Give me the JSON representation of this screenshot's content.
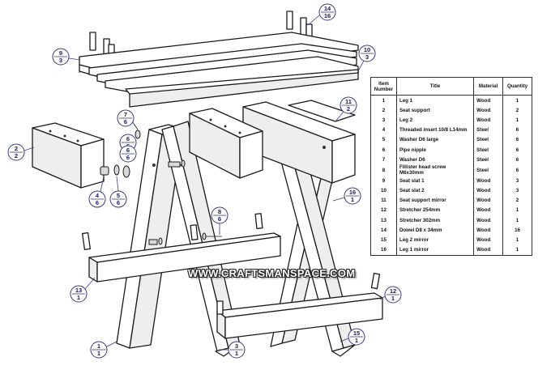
{
  "watermark": "WWW.CRAFTSMANSPACE.COM",
  "table": {
    "headers": [
      "Item Number",
      "Title",
      "Material",
      "Quantity"
    ],
    "rows": [
      [
        "1",
        "Leg 1",
        "Wood",
        "1"
      ],
      [
        "2",
        "Seat support",
        "Wood",
        "2"
      ],
      [
        "3",
        "Leg 2",
        "Wood",
        "1"
      ],
      [
        "4",
        "Threaded insert 10/8 L14mm",
        "Steel",
        "6"
      ],
      [
        "5",
        "Washer D6 large",
        "Steel",
        "6"
      ],
      [
        "6",
        "Pipe nipple",
        "Steel",
        "6"
      ],
      [
        "7",
        "Washer D6",
        "Steel",
        "6"
      ],
      [
        "8",
        "Fillister head screw M6x30mm",
        "Steel",
        "6"
      ],
      [
        "9",
        "Seat slat 1",
        "Wood",
        "3"
      ],
      [
        "10",
        "Seat slat 2",
        "Wood",
        "3"
      ],
      [
        "11",
        "Seat support mirror",
        "Wood",
        "2"
      ],
      [
        "12",
        "Stretcher 254mm",
        "Wood",
        "1"
      ],
      [
        "13",
        "Stretcher 302mm",
        "Wood",
        "1"
      ],
      [
        "14",
        "Dowel D8 x 34mm",
        "Wood",
        "16"
      ],
      [
        "15",
        "Leg 2 mirror",
        "Wood",
        "1"
      ],
      [
        "16",
        "Leg 1 mirror",
        "Wood",
        "1"
      ]
    ]
  },
  "callouts": [
    {
      "item": "14",
      "qty": "16"
    },
    {
      "item": "9",
      "qty": "3"
    },
    {
      "item": "10",
      "qty": "3"
    },
    {
      "item": "7",
      "qty": "6"
    },
    {
      "item": "6",
      "qty": "6"
    },
    {
      "item": "11",
      "qty": "2"
    },
    {
      "item": "2",
      "qty": "2"
    },
    {
      "item": "4",
      "qty": "6"
    },
    {
      "item": "5",
      "qty": "6"
    },
    {
      "item": "16",
      "qty": "1"
    },
    {
      "item": "8",
      "qty": "6"
    },
    {
      "item": "13",
      "qty": "1"
    },
    {
      "item": "12",
      "qty": "1"
    },
    {
      "item": "15",
      "qty": "1"
    },
    {
      "item": "1",
      "qty": "1"
    },
    {
      "item": "3",
      "qty": "1"
    }
  ]
}
